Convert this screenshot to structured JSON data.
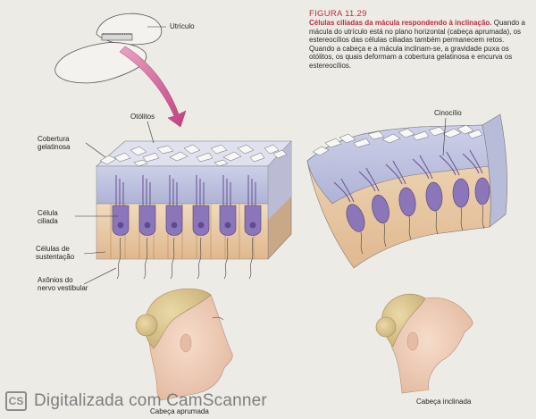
{
  "figure": {
    "number": "FIGURA 11.29",
    "title": "Células ciliadas da mácula respondendo à inclinação.",
    "caption": "Quando a mácula do utrículo está no plano horizontal (cabeça aprumada), os estereocílios das células ciliadas também permanecem retos. Quando a cabeça e a mácula inclinam-se, a gravidade puxa os otólitos, os quais deformam a cobertura gelatinosa e encurva os estereocílios."
  },
  "labels": {
    "utricle": "Utrículo",
    "otoliths": "Otólitos",
    "gelatinous_cover": "Cobertura gelatinosa",
    "hair_cell": "Célula ciliada",
    "supporting_cells": "Células de sustentação",
    "vestibular_axons": "Axônios do nervo vestibular",
    "kinocilium": "Cinocílio",
    "head_upright": "Cabeça aprumada",
    "head_tilted": "Cabeça inclinada"
  },
  "watermark": {
    "logo": "CS",
    "text": "Digitalizada com CamScanner"
  },
  "colors": {
    "title_red": "#c42a3c",
    "gel": "#c9cde6",
    "hair_cell": "#8a76b8",
    "support_cell": "#e7c9a3",
    "arrow": "#cf4f8c"
  }
}
